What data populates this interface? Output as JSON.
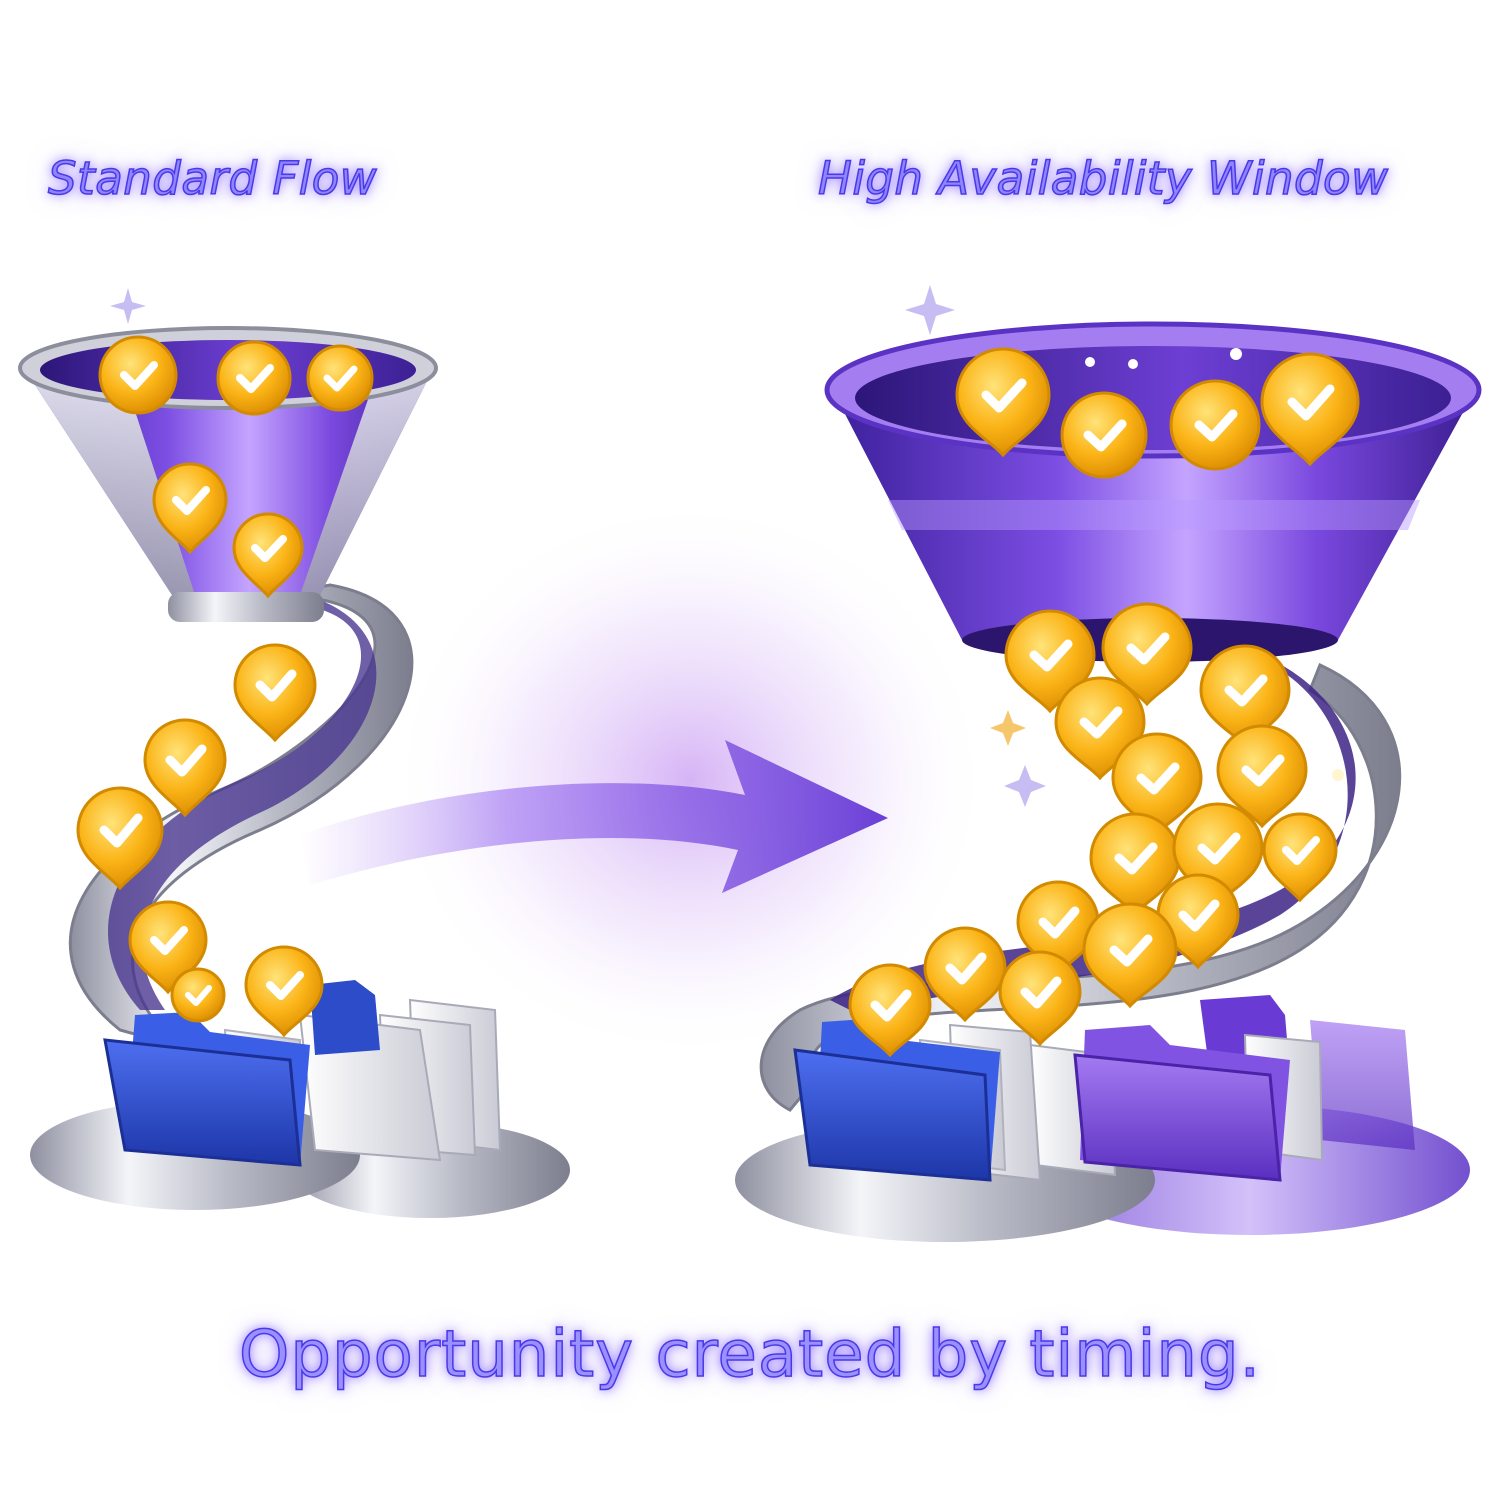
{
  "panels": {
    "left": {
      "title": "Standard Flow"
    },
    "right": {
      "title": "High Availability Window"
    }
  },
  "caption": "Opportunity created by timing.",
  "icons": {
    "item": "check-badge-icon",
    "folder": "folder-icon",
    "document": "document-icon",
    "sparkle": "sparkle-icon",
    "arrow": "curved-arrow-icon",
    "funnel": "funnel-icon"
  },
  "colors": {
    "purple": "#6a3fd6",
    "purple_light": "#9a6cf0",
    "silver": "#c9cbd3",
    "gold": "#f9b00f",
    "folder_blue": "#2c49c8",
    "folder_purple": "#7a4bd8",
    "label_text": "#8f86ff",
    "label_stroke": "#4b38e6"
  }
}
